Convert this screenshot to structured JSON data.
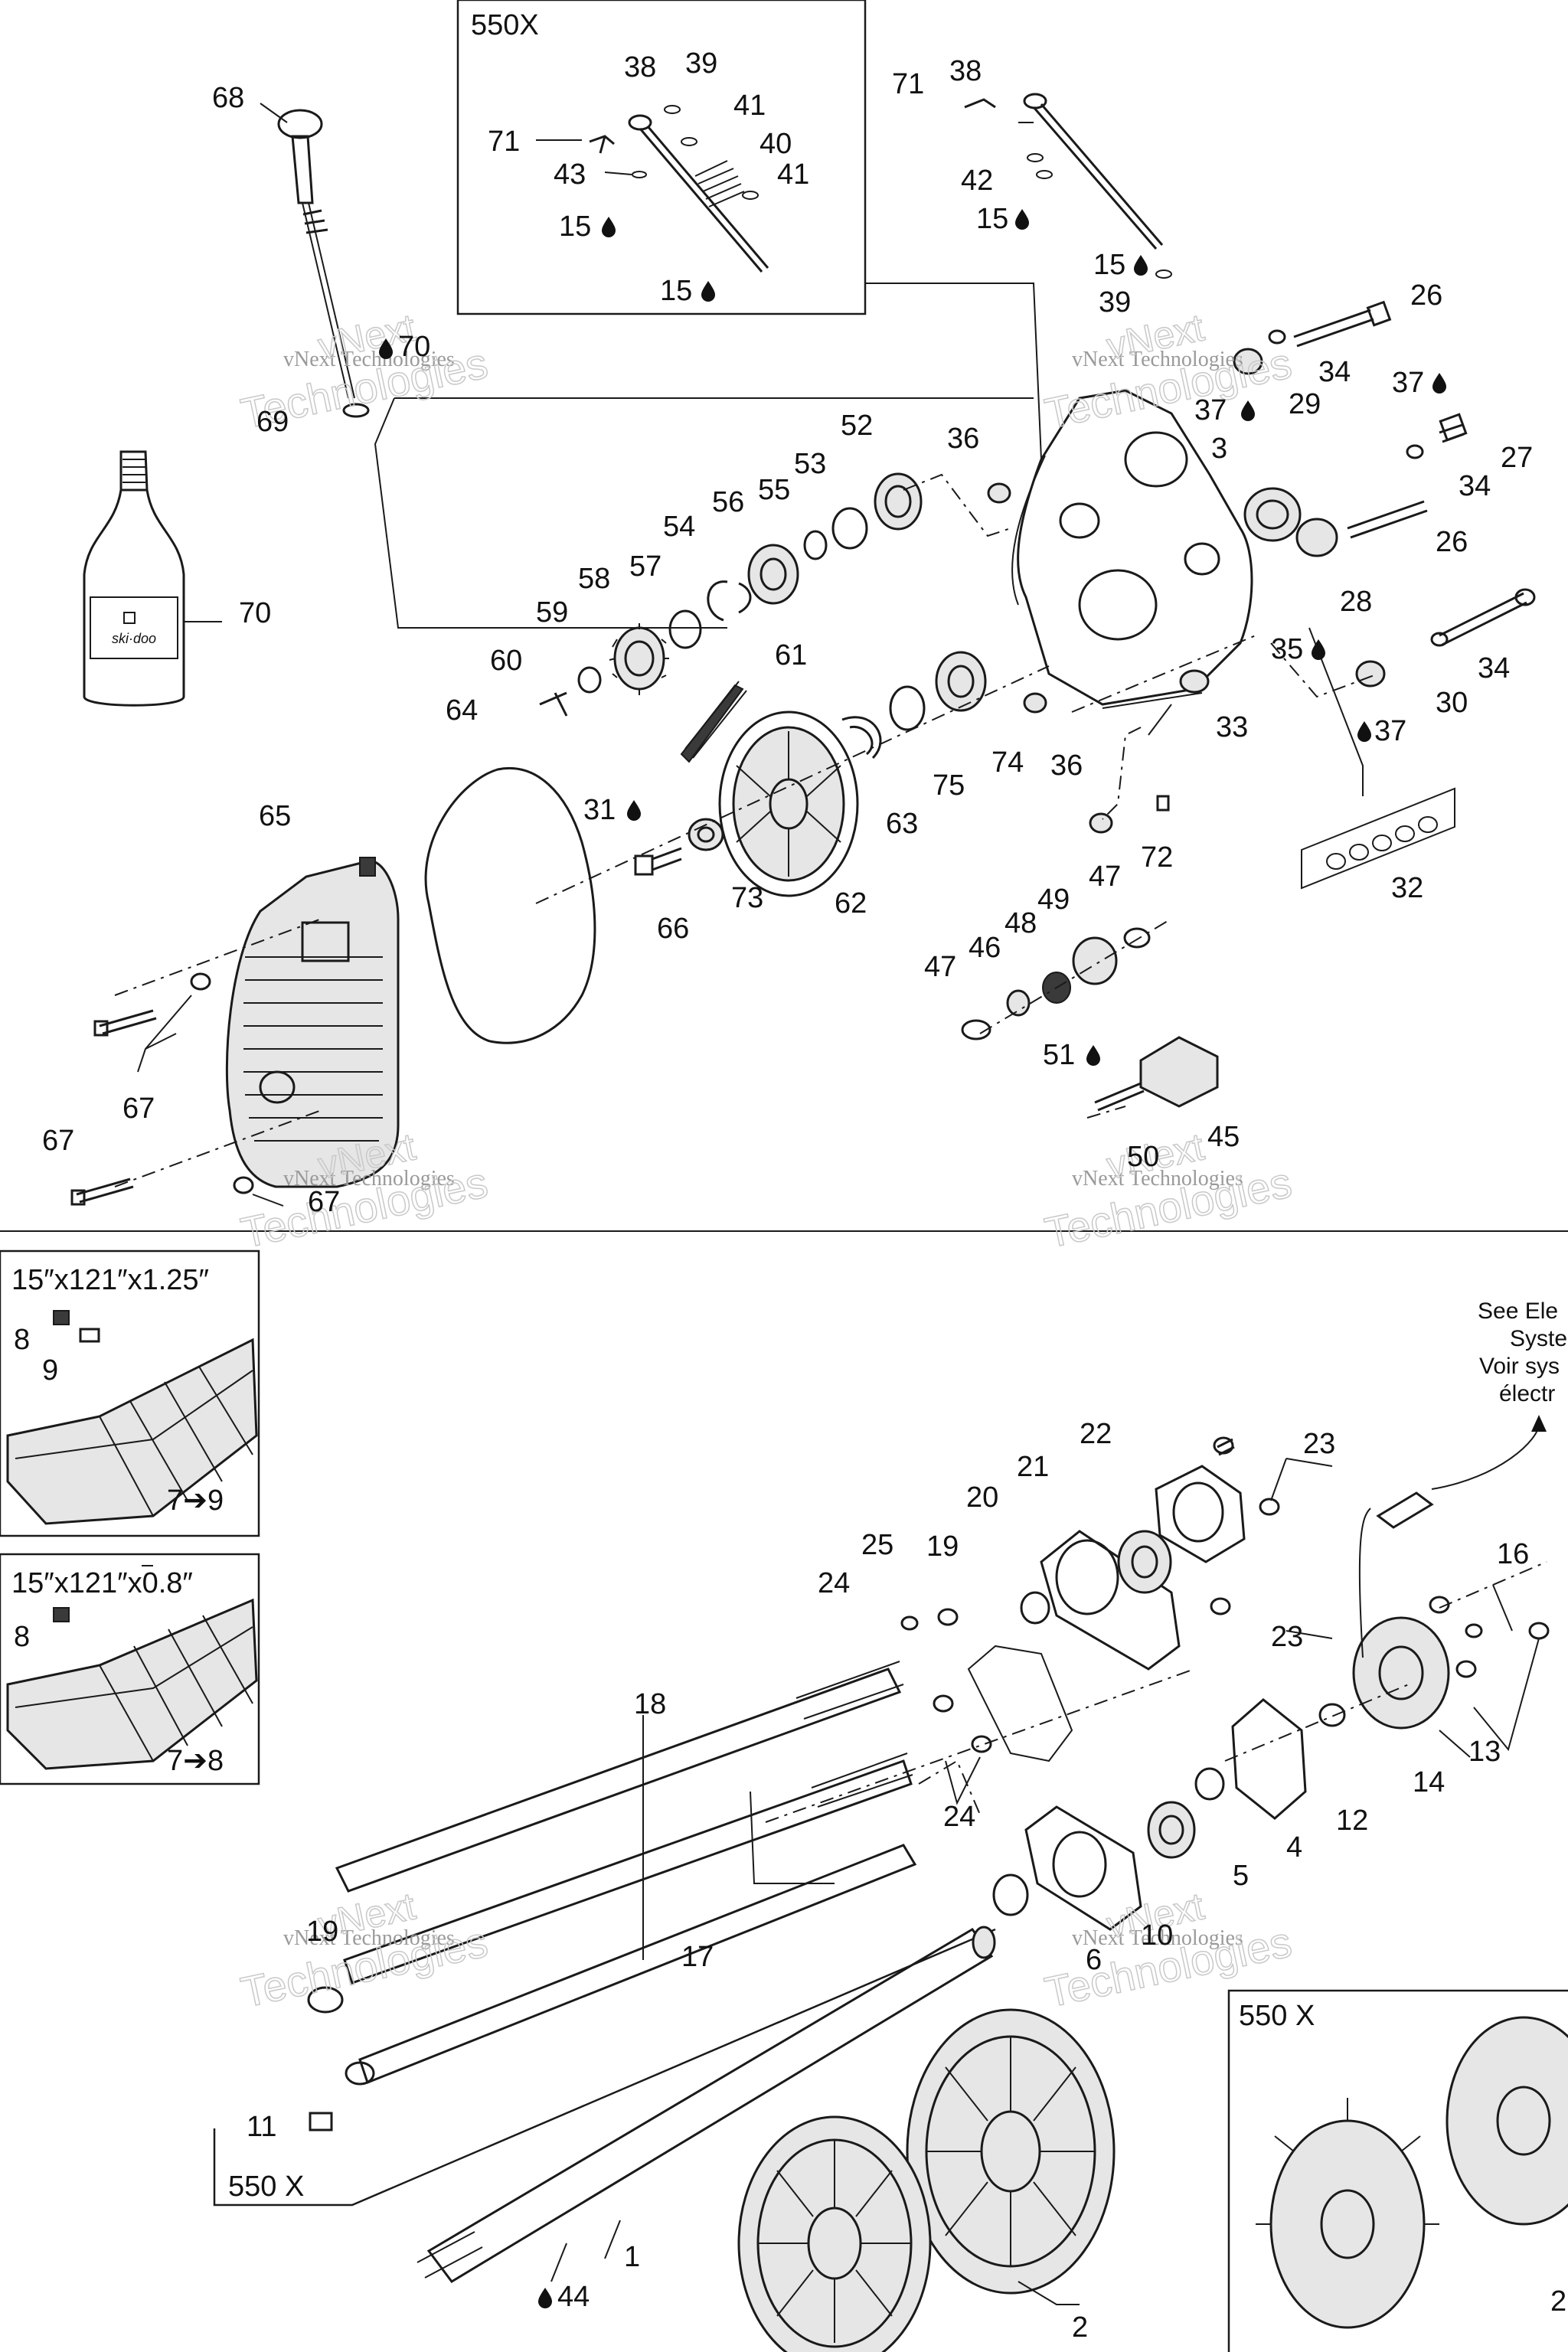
{
  "boxes": {
    "top_variant": "550X",
    "track_1": "15″x121″x1.25″",
    "track_2": "15″x121″x0.8″",
    "bottom_left_variant": "550 X",
    "bottom_right_variant": "550 X"
  },
  "track_1_range": "7➔9",
  "track_2_range": "7➔8",
  "electrical_note": [
    "See Ele",
    "Syste",
    "Voir sys",
    "électr"
  ],
  "watermark": {
    "line1": "vNext Technologies",
    "line2": "Technologies",
    "line3": "vNext"
  },
  "callouts": {
    "c1": "1",
    "c2": "2",
    "c3": "3",
    "c4": "4",
    "c5": "5",
    "c6": "6",
    "c8": "8",
    "c9": "9",
    "c10": "10",
    "c11": "11",
    "c12": "12",
    "c13": "13",
    "c14": "14",
    "c15": "15",
    "c16": "16",
    "c17": "17",
    "c18": "18",
    "c19": "19",
    "c20": "20",
    "c21": "21",
    "c22": "22",
    "c23": "23",
    "c24": "24",
    "c25": "25",
    "c26": "26",
    "c27": "27",
    "c28": "28",
    "c29": "29",
    "c30": "30",
    "c31": "31",
    "c32": "32",
    "c33": "33",
    "c34": "34",
    "c35": "35",
    "c36": "36",
    "c37": "37",
    "c38": "38",
    "c39": "39",
    "c40": "40",
    "c41": "41",
    "c42": "42",
    "c43": "43",
    "c44": "44",
    "c45": "45",
    "c46": "46",
    "c47": "47",
    "c48": "48",
    "c49": "49",
    "c50": "50",
    "c51": "51",
    "c52": "52",
    "c53": "53",
    "c54": "54",
    "c55": "55",
    "c56": "56",
    "c57": "57",
    "c58": "58",
    "c59": "59",
    "c60": "60",
    "c61": "61",
    "c62": "62",
    "c63": "63",
    "c64": "64",
    "c65": "65",
    "c66": "66",
    "c67": "67",
    "c68": "68",
    "c69": "69",
    "c70": "70",
    "c71": "71",
    "c72": "72",
    "c73": "73",
    "c74": "74",
    "c75": "75"
  },
  "icons": {
    "lubricant": "oil-drop-icon"
  },
  "colors": {
    "line": "#1a1a1a",
    "watermark": "#9a9a9a",
    "background": "#ffffff"
  }
}
